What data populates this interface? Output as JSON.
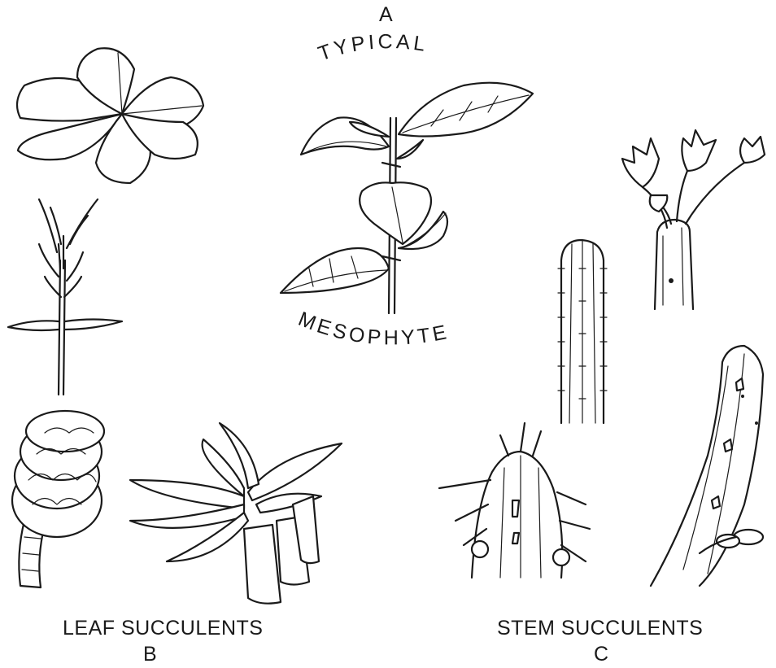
{
  "labels": {
    "a_letter": "A",
    "typical": "TYPICAL",
    "mesophyte": "MESOPHYTE",
    "leaf_succulents": "LEAF SUCCULENTS",
    "b_letter": "B",
    "stem_succulents": "STEM SUCCULENTS",
    "c_letter": "C"
  },
  "style": {
    "ink": "#1a1a1a",
    "background": "#ffffff"
  }
}
